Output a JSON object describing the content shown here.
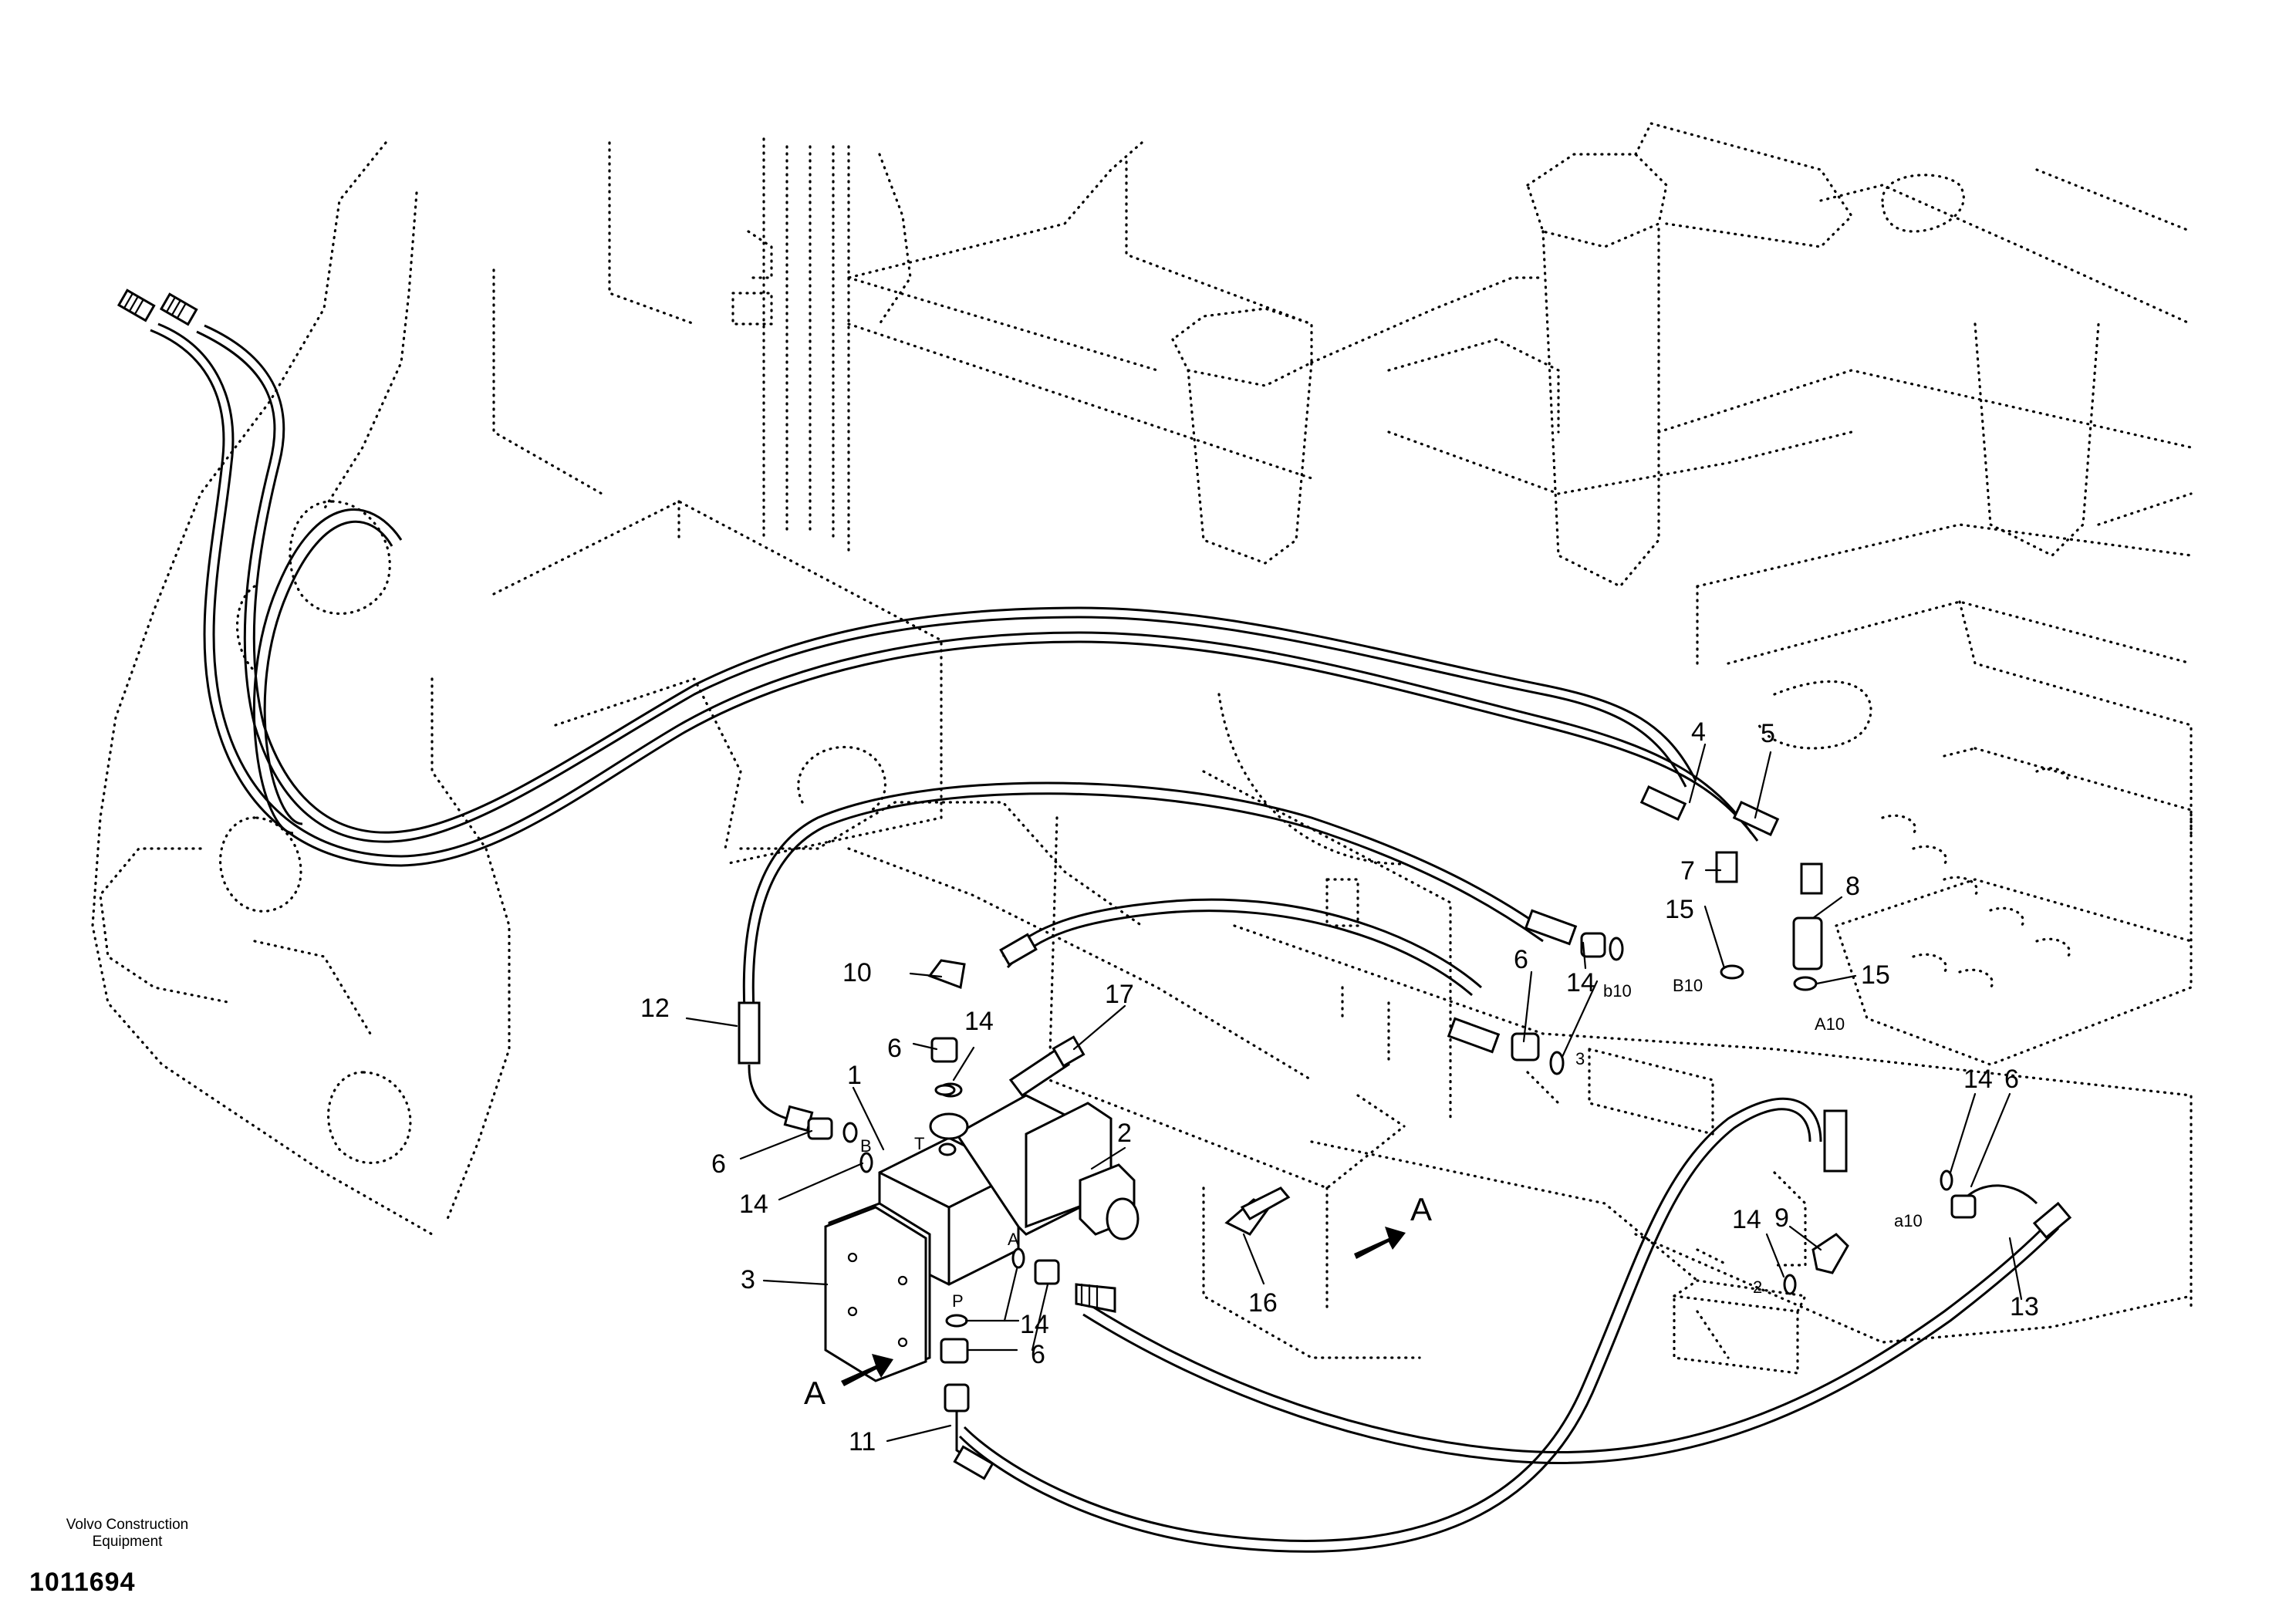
{
  "callouts": {
    "c1": "1",
    "c2": "2",
    "c3": "3",
    "c4": "4",
    "c5": "5",
    "c6a": "6",
    "c6b": "6",
    "c6c": "6",
    "c6d": "6",
    "c6e": "6",
    "c7": "7",
    "c8": "8",
    "c9": "9",
    "c10": "10",
    "c11": "11",
    "c12": "12",
    "c13": "13",
    "c14a": "14",
    "c14b": "14",
    "c14c": "14",
    "c14d": "14",
    "c14e": "14",
    "c15a": "15",
    "c15b": "15",
    "c16": "16",
    "c17": "17"
  },
  "port_labels": {
    "b10": "b10",
    "B10": "B10",
    "A10": "A10",
    "a10": "a10",
    "p3": "3",
    "p2": "2",
    "T": "T",
    "B": "B",
    "A": "A",
    "P": "P"
  },
  "view_markers": {
    "view_a_upper": "A",
    "view_a_lower": "A"
  },
  "footer": {
    "company": "Volvo Construction\nEquipment",
    "drawing_number": "1011694"
  }
}
